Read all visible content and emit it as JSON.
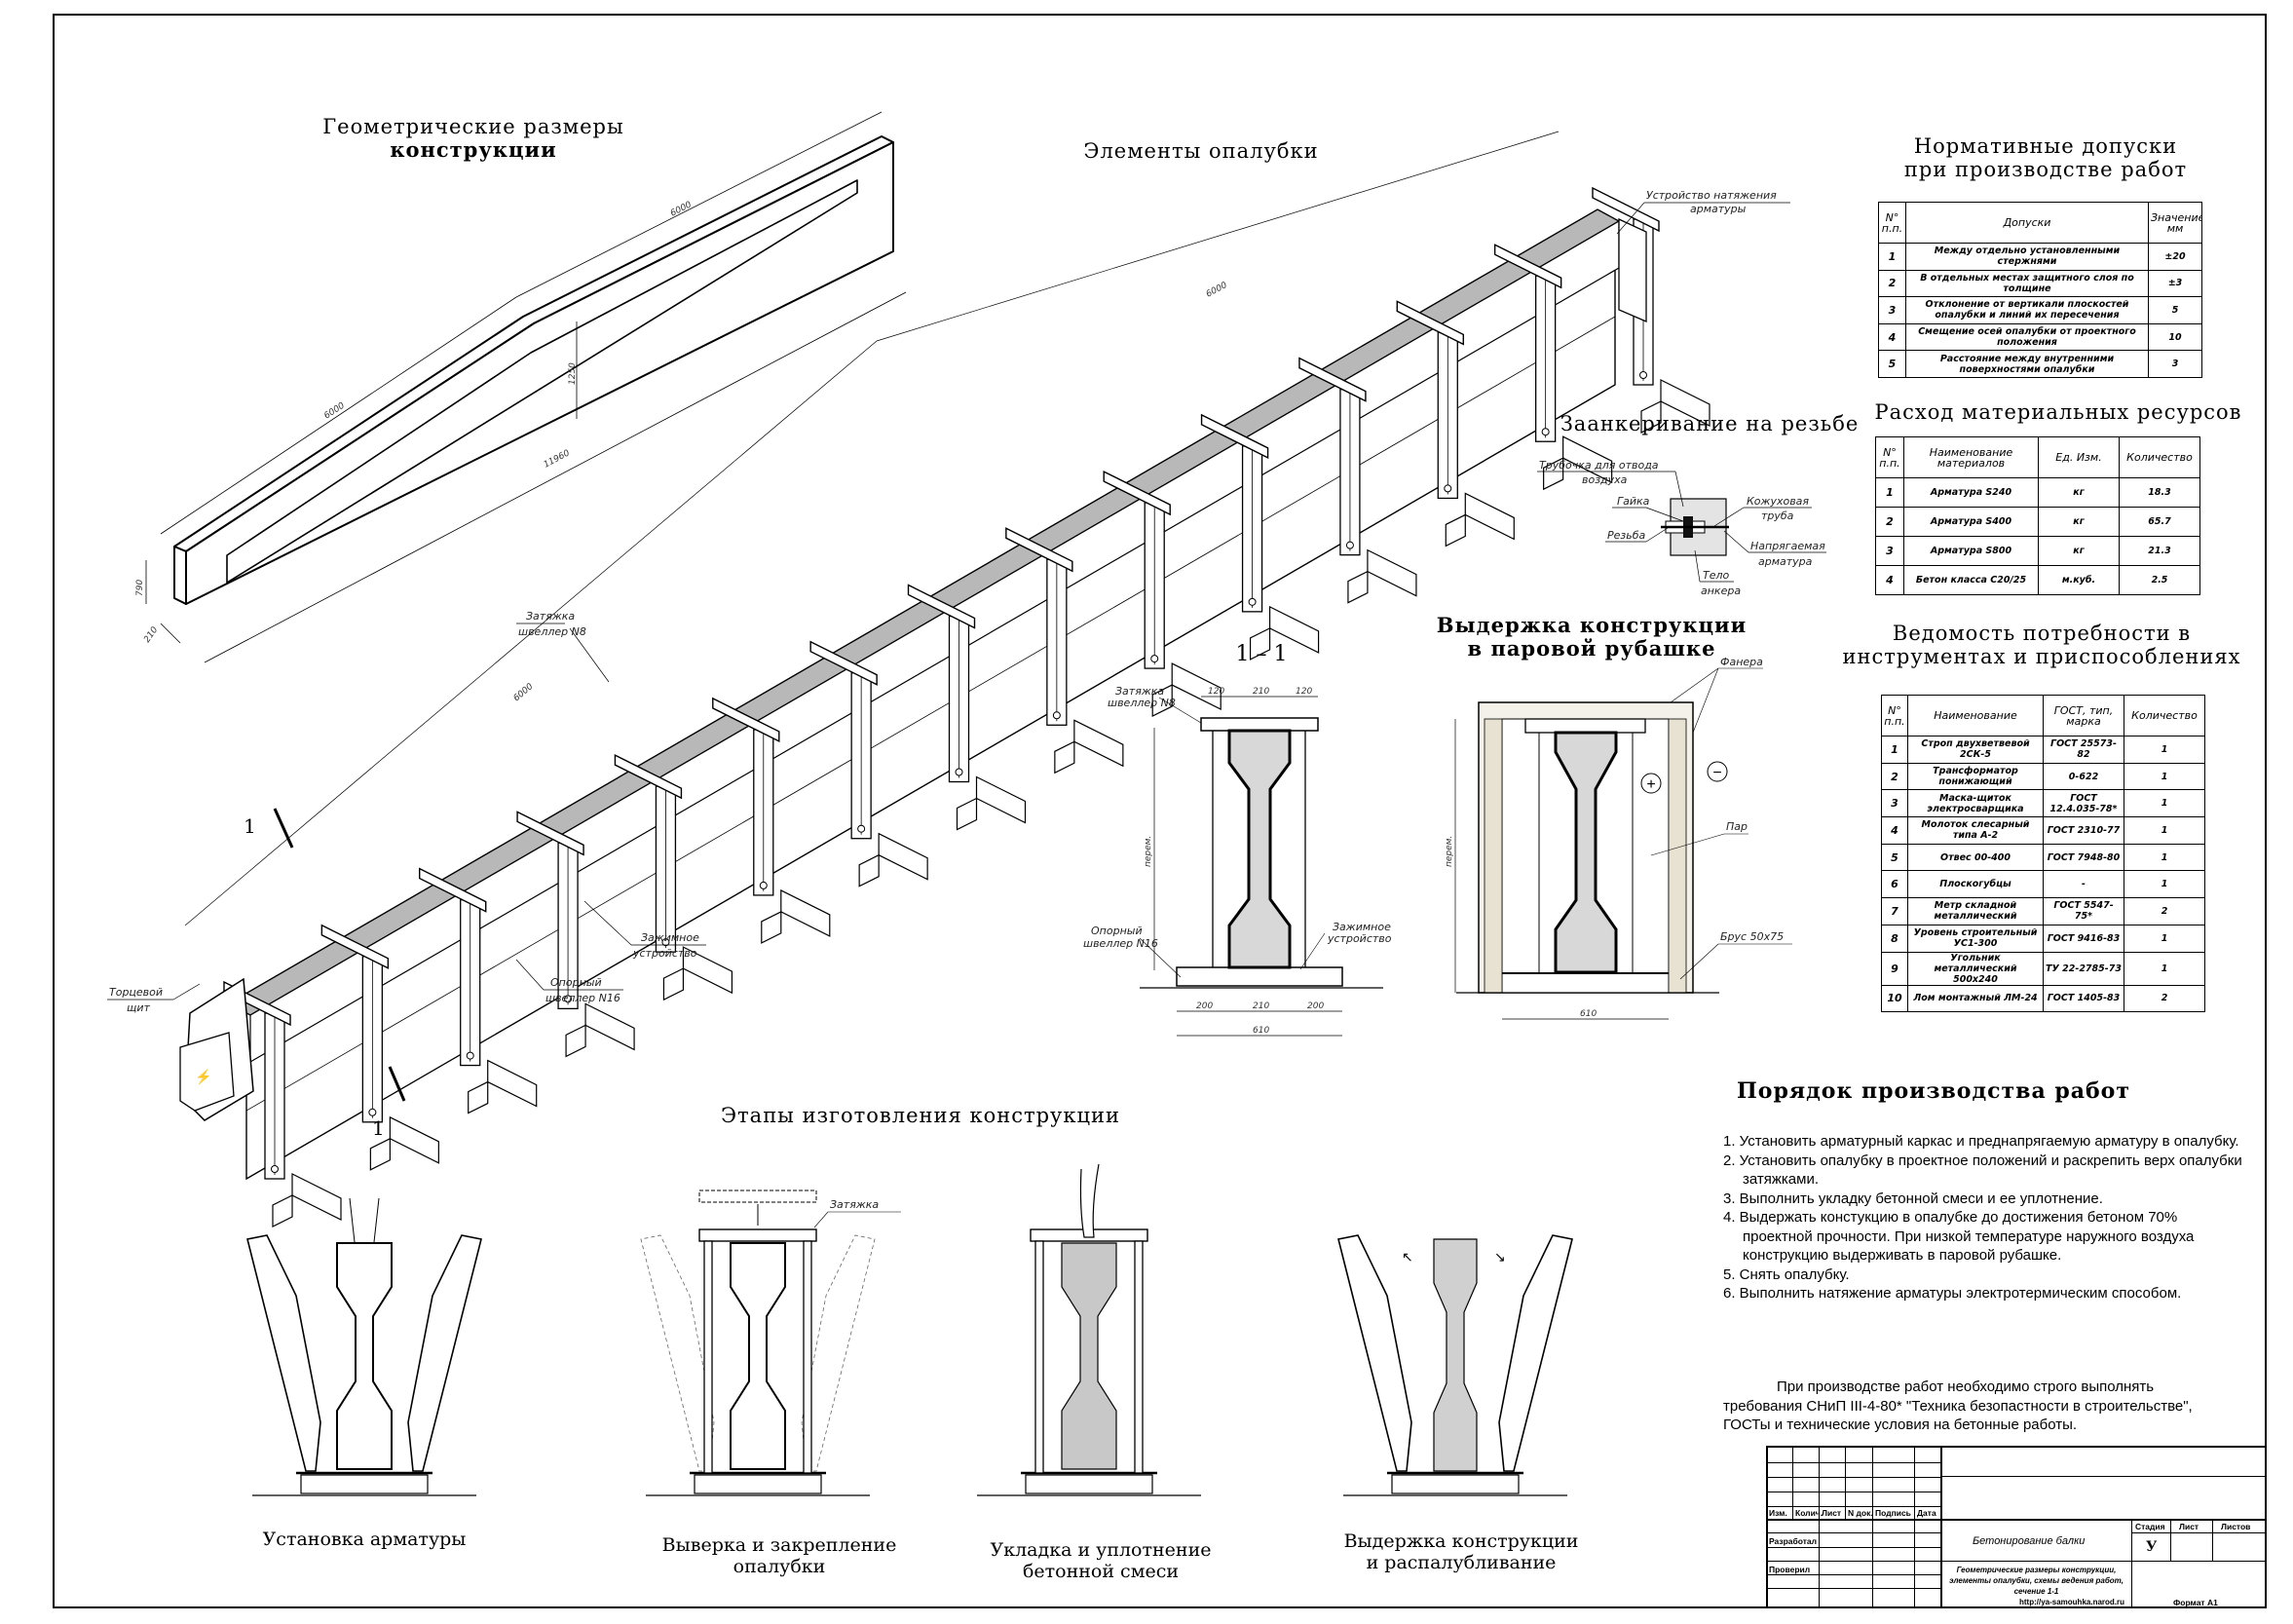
{
  "geometry": {
    "title_line1": "Геометрические размеры",
    "title_line2": "конструкции",
    "dims": [
      "6000",
      "6000",
      "1250",
      "11960",
      "790",
      "210"
    ]
  },
  "formwork": {
    "title": "Элементы опалубки",
    "labels": {
      "tie": [
        "Затяжка",
        "швеллер N8"
      ],
      "end_panel": [
        "Торцевой",
        "щит"
      ],
      "clamp": [
        "Зажимное",
        "устройство"
      ],
      "support": [
        "Опорный",
        "швеллер N16"
      ],
      "tension": [
        "Устройство натяжения",
        "арматуры"
      ]
    },
    "dims": [
      "6000",
      "6000"
    ],
    "section_mark": "1"
  },
  "anchoring": {
    "title": "Заанкеривание на резьбе",
    "labels": {
      "tube": [
        "Трубочка для отвода",
        "воздуха"
      ],
      "nut": "Гайка",
      "thread": "Резьба",
      "casing": [
        "Кожуховая",
        "труба"
      ],
      "tendon": [
        "Напрягаемая",
        "арматура"
      ],
      "body": [
        "Тело",
        "анкера"
      ]
    }
  },
  "section": {
    "title": "1 – 1",
    "labels": {
      "tie": [
        "Затяжка",
        "швеллер N8"
      ],
      "support": [
        "Опорный",
        "швеллер N16"
      ],
      "clamp": [
        "Зажимное",
        "устройство"
      ]
    },
    "dims_top": [
      "120",
      "210",
      "120"
    ],
    "dims_bottom": [
      "200",
      "210",
      "200"
    ],
    "dim_total": "610",
    "dim_height": "перем."
  },
  "steam": {
    "title_line1": "Выдержка конструкции",
    "title_line2": "в паровой рубашке",
    "labels": {
      "plywood": "Фанера",
      "steam": "Пар",
      "timber": "Брус 50х75"
    },
    "plus": "+",
    "minus": "−",
    "dim_total": "610",
    "dim_height": "перем."
  },
  "stages": {
    "title": "Этапы изготовления конструкции",
    "tie_label": "Затяжка",
    "items": [
      {
        "line1": "Установка арматуры",
        "line2": ""
      },
      {
        "line1": "Выверка и закрепление",
        "line2": "опалубки"
      },
      {
        "line1": "Укладка и уплотнение",
        "line2": "бетонной смеси"
      },
      {
        "line1": "Выдержка конструкции",
        "line2": "и распалубливание"
      }
    ]
  },
  "tolerances": {
    "title_line1": "Нормативные допуски",
    "title_line2": "при производстве работ",
    "headers": [
      "N° п.п.",
      "Допуски",
      "Значение, мм"
    ],
    "rows": [
      [
        "1",
        "Между отдельно установленными стержнями",
        "±20"
      ],
      [
        "2",
        "В отдельных местах защитного слоя по толщине",
        "±3"
      ],
      [
        "3",
        "Отклонение от вертикали плоскостей опалубки и линий их пересечения",
        "5"
      ],
      [
        "4",
        "Смещение осей опалубки от проектного положения",
        "10"
      ],
      [
        "5",
        "Расстояние между внутренними поверхностями опалубки",
        "3"
      ]
    ]
  },
  "materials": {
    "title": "Расход материальных ресурсов",
    "headers": [
      "N° п.п.",
      "Наименование материалов",
      "Ед. Изм.",
      "Количество"
    ],
    "rows": [
      [
        "1",
        "Арматура S240",
        "кг",
        "18.3"
      ],
      [
        "2",
        "Арматура S400",
        "кг",
        "65.7"
      ],
      [
        "3",
        "Арматура S800",
        "кг",
        "21.3"
      ],
      [
        "4",
        "Бетон класса С20/25",
        "м.куб.",
        "2.5"
      ]
    ]
  },
  "tools": {
    "title_line1": "Ведомость потребности в",
    "title_line2": "инструментах и приспособлениях",
    "headers": [
      "N° п.п.",
      "Наименование",
      "ГОСТ, тип, марка",
      "Количество"
    ],
    "rows": [
      [
        "1",
        "Строп двухветвевой 2СК-5",
        "ГОСТ 25573-82",
        "1"
      ],
      [
        "2",
        "Трансформатор понижающий",
        "0-622",
        "1"
      ],
      [
        "3",
        "Маска-щиток электросварщика",
        "ГОСТ 12.4.035-78*",
        "1"
      ],
      [
        "4",
        "Молоток слесарный типа А-2",
        "ГОСТ 2310-77",
        "1"
      ],
      [
        "5",
        "Отвес 00-400",
        "ГОСТ 7948-80",
        "1"
      ],
      [
        "6",
        "Плоскогубцы",
        "-",
        "1"
      ],
      [
        "7",
        "Метр складной металлический",
        "ГОСТ 5547-75*",
        "2"
      ],
      [
        "8",
        "Уровень строительный УС1-300",
        "ГОСТ 9416-83",
        "1"
      ],
      [
        "9",
        "Угольник металлический 500х240",
        "ТУ 22-2785-73",
        "1"
      ],
      [
        "10",
        "Лом монтажный ЛМ-24",
        "ГОСТ 1405-83",
        "2"
      ]
    ]
  },
  "procedure": {
    "title": "Порядок производства работ",
    "steps": [
      "1. Установить арматурный каркас и преднапрягаемую арматуру в опалубку.",
      "2. Установить опалубку в проектное положений и раскрепить верх опалубки затяжками.",
      "3. Выполнить укладку бетонной смеси и ее уплотнение.",
      "4. Выдержать констукцию в опалубке до достижения бетоном 70% проектной прочности. При низкой температуре наружного воздуха конструкцию выдерживать в паровой рубашке.",
      "5. Снять опалубку.",
      "6. Выполнить натяжение арматуры электротермическим способом."
    ],
    "note": "При производстве работ необходимо строго выполнять требования СНиП III-4-80* \"Техника безопастности в строительстве\", ГОСТы и технические условия на бетонные работы."
  },
  "title_block": {
    "headers": [
      "Изм.",
      "Колич.",
      "Лист",
      "N док.",
      "Подпись",
      "Дата"
    ],
    "developed": "Разработал",
    "checked": "Проверил",
    "name": "Бетонирование балки",
    "stage_h": "Стадия",
    "sheet_h": "Лист",
    "sheets_h": "Листов",
    "stage": "У",
    "description": "Геометрические размеры конструкции, элементы опалубки, схемы ведения работ, сечение 1-1",
    "url": "http://ya-samouhka.narod.ru",
    "format": "Формат А1"
  }
}
